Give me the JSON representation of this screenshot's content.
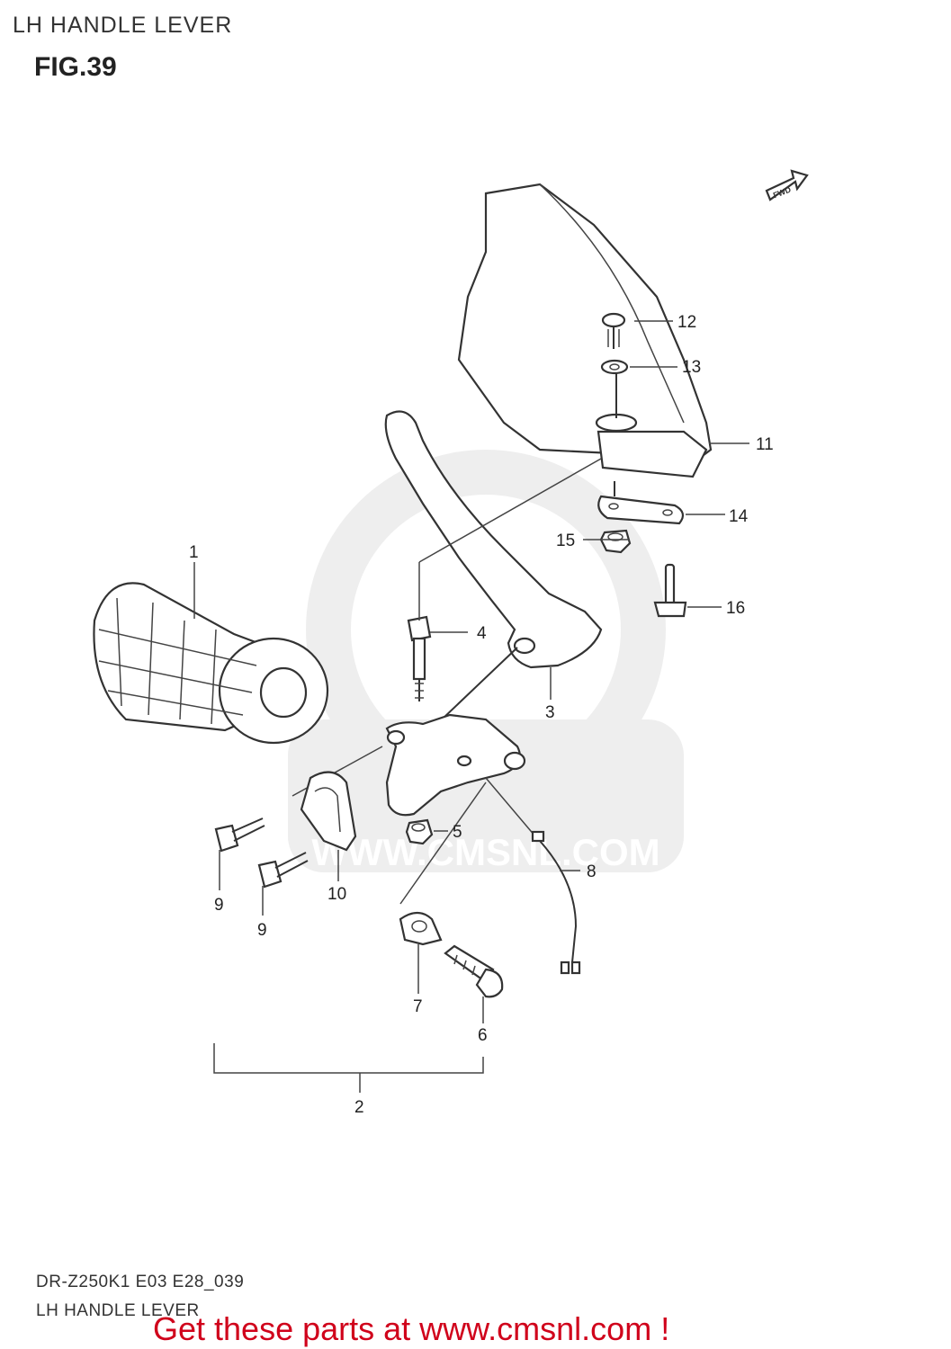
{
  "header": {
    "title": "LH HANDLE LEVER",
    "figure": "FIG.39"
  },
  "footer": {
    "code": "DR-Z250K1 E03 E28_039",
    "title": "LH HANDLE LEVER",
    "promo": "Get these parts at www.cmsnl.com !"
  },
  "watermark": {
    "text": "WWW.CMSNL.COM"
  },
  "fwd_mark": "FWD",
  "callouts": [
    "1",
    "2",
    "3",
    "4",
    "5",
    "6",
    "7",
    "8",
    "9",
    "9",
    "10",
    "11",
    "12",
    "13",
    "14",
    "15",
    "16"
  ]
}
